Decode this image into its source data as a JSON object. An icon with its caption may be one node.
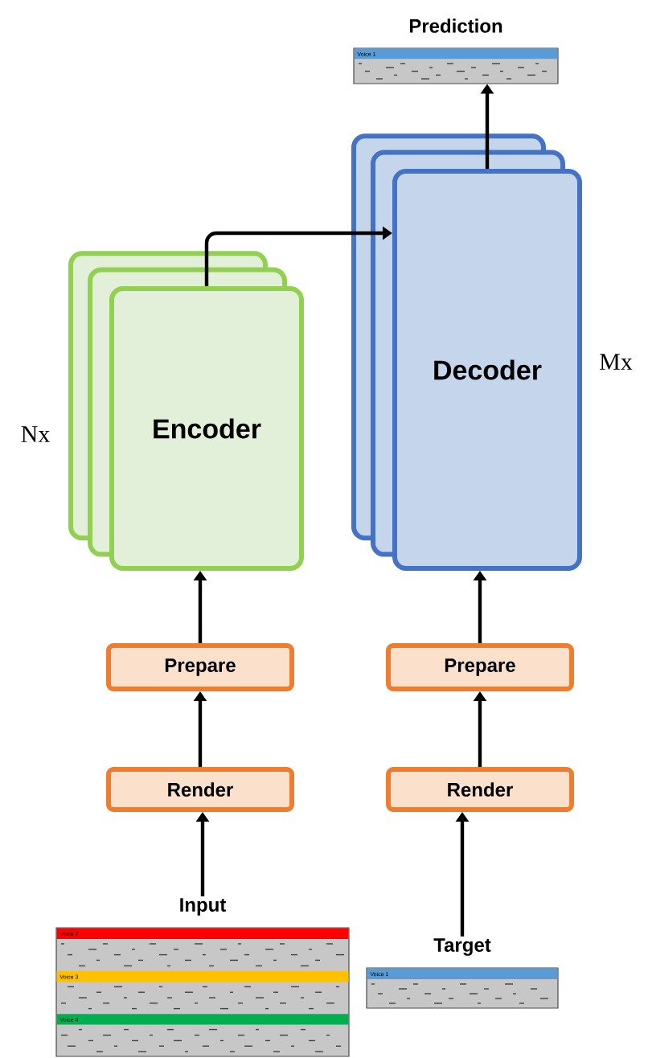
{
  "diagram": {
    "nodes": [
      {
        "text": [
          "Prediction",
          "Voice 1"
        ]
      },
      {
        "text": [
          "Encoder"
        ],
        "beside": [
          "Nx"
        ]
      },
      {
        "text": [
          "Decoder"
        ],
        "beside": [
          "Mx"
        ]
      },
      {
        "text": [
          "Prepare"
        ]
      },
      {
        "text": [
          "Render"
        ]
      },
      {
        "text": [
          "Prepare"
        ]
      },
      {
        "text": [
          "Render"
        ]
      },
      {
        "text": [
          "Input",
          "Voice 2",
          "Voice 3",
          "Voice 4"
        ]
      },
      {
        "text": [
          "Target",
          "Voice 1"
        ]
      }
    ],
    "edges": [
      {
        "from": 7,
        "to": 4,
        "arrow": "to"
      },
      {
        "from": 4,
        "to": 3,
        "arrow": "to"
      },
      {
        "from": 3,
        "to": 1,
        "arrow": "to"
      },
      {
        "from": 1,
        "to": 2,
        "arrow": "to"
      },
      {
        "from": 8,
        "to": 6,
        "arrow": "to"
      },
      {
        "from": 6,
        "to": 5,
        "arrow": "to"
      },
      {
        "from": 5,
        "to": 2,
        "arrow": "to"
      },
      {
        "from": 2,
        "to": 0,
        "arrow": "to"
      }
    ]
  }
}
